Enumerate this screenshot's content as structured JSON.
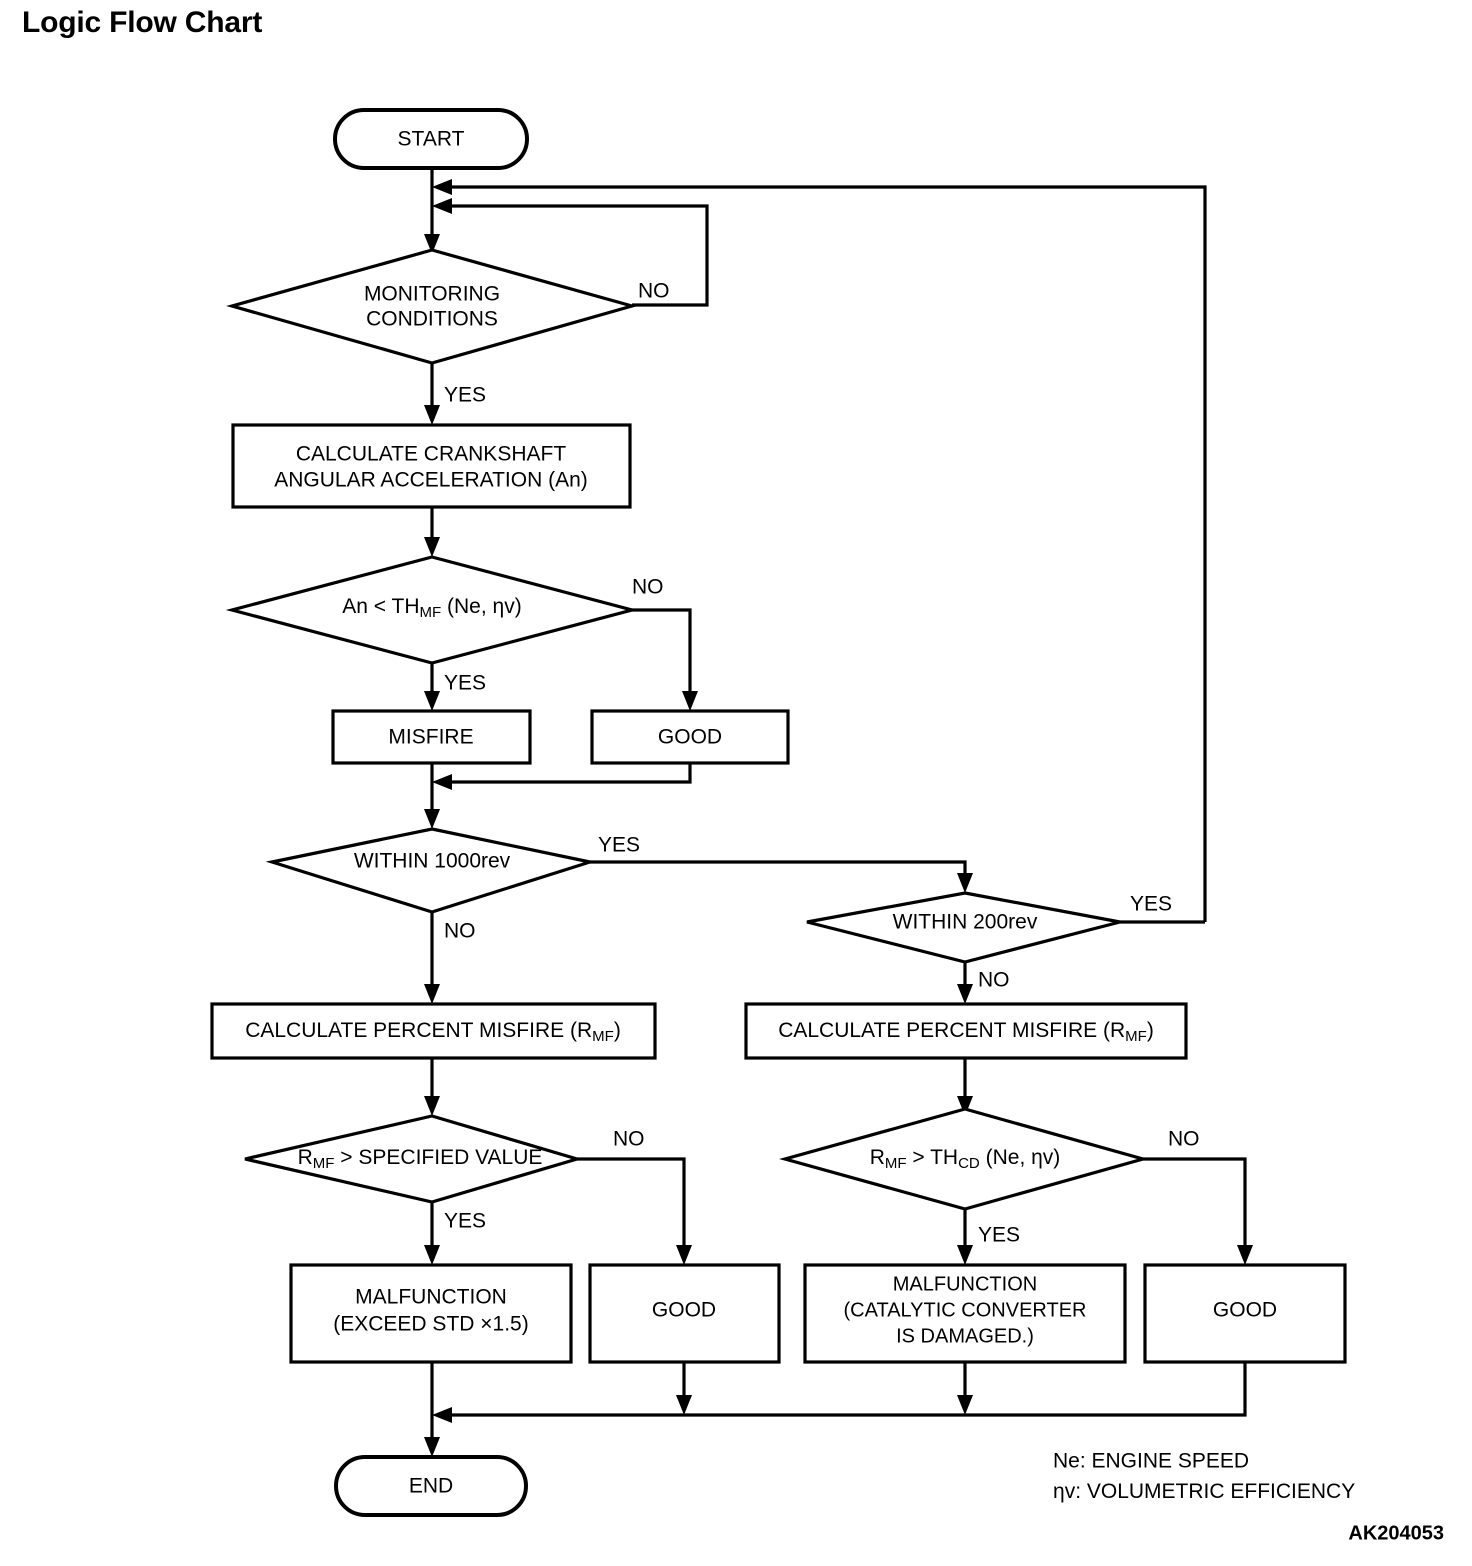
{
  "title": "Logic Flow Chart",
  "chart_data": {
    "type": "diagram",
    "diagram_kind": "flowchart",
    "title": "Logic Flow Chart",
    "nodes": [
      {
        "id": "start",
        "shape": "terminator",
        "label": "START"
      },
      {
        "id": "mon",
        "shape": "decision",
        "label_line1": "MONITORING",
        "label_line2": "CONDITIONS"
      },
      {
        "id": "calc_ang",
        "shape": "process",
        "label_line1": "CALCULATE CRANKSHAFT",
        "label_line2": "ANGULAR ACCELERATION (An)"
      },
      {
        "id": "an_th",
        "shape": "decision",
        "label_pre": "An < TH",
        "label_sub": "MF",
        "label_post": " (Ne, ηv)"
      },
      {
        "id": "misfire",
        "shape": "process",
        "label": "MISFIRE"
      },
      {
        "id": "good1",
        "shape": "process",
        "label": "GOOD"
      },
      {
        "id": "rev1000",
        "shape": "decision",
        "label": "WITHIN 1000rev"
      },
      {
        "id": "rev200",
        "shape": "decision",
        "label": "WITHIN 200rev"
      },
      {
        "id": "calc_pct_l",
        "shape": "process",
        "label_pre": "CALCULATE PERCENT MISFIRE (R",
        "label_sub": "MF",
        "label_post": ")"
      },
      {
        "id": "calc_pct_r",
        "shape": "process",
        "label_pre": "CALCULATE PERCENT MISFIRE (R",
        "label_sub": "MF",
        "label_post": ")"
      },
      {
        "id": "rmf_spec",
        "shape": "decision",
        "label_pre": "R",
        "label_sub": "MF",
        "label_post": " > SPECIFIED VALUE"
      },
      {
        "id": "rmf_thcd",
        "shape": "decision",
        "label_pre": "R",
        "label_sub": "MF",
        "label_post": " > TH",
        "label_sub2": "CD",
        "label_post2": " (Ne, ηv)"
      },
      {
        "id": "malf1",
        "shape": "process",
        "label_line1": "MALFUNCTION",
        "label_line2": "(EXCEED STD  ×1.5)"
      },
      {
        "id": "good2",
        "shape": "process",
        "label": "GOOD"
      },
      {
        "id": "malf2",
        "shape": "process",
        "label_line1": "MALFUNCTION",
        "label_line2": "(CATALYTIC CONVERTER",
        "label_line3": "IS DAMAGED.)"
      },
      {
        "id": "good3",
        "shape": "process",
        "label": "GOOD"
      },
      {
        "id": "end",
        "shape": "terminator",
        "label": "END"
      }
    ],
    "edges": [
      {
        "from": "start",
        "to": "mon",
        "label": ""
      },
      {
        "from": "mon",
        "to": "start_loop",
        "label": "NO"
      },
      {
        "from": "mon",
        "to": "calc_ang",
        "label": "YES"
      },
      {
        "from": "calc_ang",
        "to": "an_th",
        "label": ""
      },
      {
        "from": "an_th",
        "to": "misfire",
        "label": "YES"
      },
      {
        "from": "an_th",
        "to": "good1",
        "label": "NO"
      },
      {
        "from": "misfire",
        "to": "rev1000",
        "label": ""
      },
      {
        "from": "good1",
        "to": "rev1000",
        "label": ""
      },
      {
        "from": "rev1000",
        "to": "rev200",
        "label": "YES"
      },
      {
        "from": "rev1000",
        "to": "calc_pct_l",
        "label": "NO"
      },
      {
        "from": "rev200",
        "to": "start_loop",
        "label": "YES"
      },
      {
        "from": "rev200",
        "to": "calc_pct_r",
        "label": "NO"
      },
      {
        "from": "calc_pct_l",
        "to": "rmf_spec",
        "label": ""
      },
      {
        "from": "calc_pct_r",
        "to": "rmf_thcd",
        "label": ""
      },
      {
        "from": "rmf_spec",
        "to": "malf1",
        "label": "YES"
      },
      {
        "from": "rmf_spec",
        "to": "good2",
        "label": "NO"
      },
      {
        "from": "rmf_thcd",
        "to": "malf2",
        "label": "YES"
      },
      {
        "from": "rmf_thcd",
        "to": "good3",
        "label": "NO"
      },
      {
        "from": "malf1",
        "to": "end",
        "label": ""
      },
      {
        "from": "good2",
        "to": "end",
        "label": ""
      },
      {
        "from": "malf2",
        "to": "end",
        "label": ""
      },
      {
        "from": "good3",
        "to": "end",
        "label": ""
      }
    ]
  },
  "nodes": {
    "start": "START",
    "end": "END",
    "monitoring_l1": "MONITORING",
    "monitoring_l2": "CONDITIONS",
    "calc_angular_l1": "CALCULATE CRANKSHAFT",
    "calc_angular_l2": "ANGULAR ACCELERATION (An)",
    "an_th_pre": "An < TH",
    "an_th_sub": "MF",
    "an_th_post": " (Ne, ηv)",
    "misfire": "MISFIRE",
    "good_1": "GOOD",
    "within_1000rev": "WITHIN 1000rev",
    "within_200rev": "WITHIN 200rev",
    "calc_percent_pre": "CALCULATE PERCENT MISFIRE (R",
    "calc_percent_sub": "MF",
    "calc_percent_post": ")",
    "rmf_spec_pre": "R",
    "rmf_spec_sub": "MF",
    "rmf_spec_post": " > SPECIFIED VALUE",
    "rmf_thcd_pre": "R",
    "rmf_thcd_sub": "MF",
    "rmf_thcd_mid": " > TH",
    "rmf_thcd_sub2": "CD",
    "rmf_thcd_post": " (Ne, ηv)",
    "malfunction_1_l1": "MALFUNCTION",
    "malfunction_1_l2": "(EXCEED STD  ×1.5)",
    "good_2": "GOOD",
    "malfunction_2_l1": "MALFUNCTION",
    "malfunction_2_l2": "(CATALYTIC CONVERTER",
    "malfunction_2_l3": "IS DAMAGED.)",
    "good_3": "GOOD"
  },
  "edge_labels": {
    "mon_no": "NO",
    "mon_yes": "YES",
    "an_th_yes": "YES",
    "an_th_no": "NO",
    "rev1000_yes": "YES",
    "rev1000_no": "NO",
    "rev200_yes": "YES",
    "rev200_no": "NO",
    "rmf_spec_yes": "YES",
    "rmf_spec_no": "NO",
    "rmf_thcd_yes": "YES",
    "rmf_thcd_no": "NO"
  },
  "legend": {
    "line1": "Ne: ENGINE SPEED",
    "line2_symbol": "η",
    "line2_rest": "v: VOLUMETRIC EFFICIENCY"
  },
  "figure_code": "AK204053",
  "colors": {
    "stroke": "#000000",
    "fill": "#ffffff",
    "text": "#000000"
  }
}
